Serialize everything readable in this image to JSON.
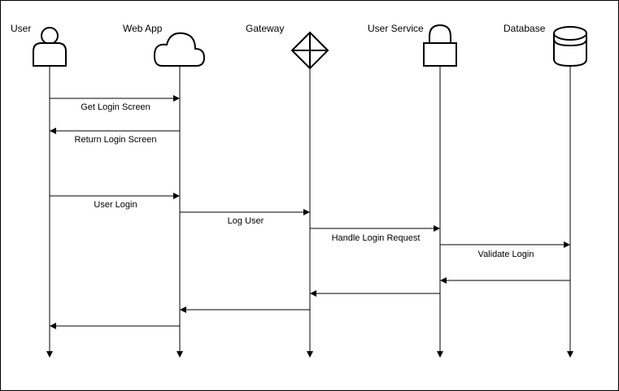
{
  "participants": [
    {
      "id": "user",
      "label": "User",
      "icon": "person-icon"
    },
    {
      "id": "webapp",
      "label": "Web App",
      "icon": "cloud-icon"
    },
    {
      "id": "gateway",
      "label": "Gateway",
      "icon": "gateway-arrows-icon"
    },
    {
      "id": "userservice",
      "label": "User Service",
      "icon": "lock-icon"
    },
    {
      "id": "database",
      "label": "Database",
      "icon": "database-icon"
    }
  ],
  "messages": [
    {
      "from": 0,
      "to": 1,
      "label": "Get Login Screen"
    },
    {
      "from": 1,
      "to": 0,
      "label": "Return Login Screen"
    },
    {
      "from": 0,
      "to": 1,
      "label": "User Login"
    },
    {
      "from": 1,
      "to": 2,
      "label": "Log User"
    },
    {
      "from": 2,
      "to": 3,
      "label": "Handle Login Request"
    },
    {
      "from": 3,
      "to": 4,
      "label": "Validate Login"
    },
    {
      "from": 4,
      "to": 3,
      "label": ""
    },
    {
      "from": 3,
      "to": 2,
      "label": ""
    },
    {
      "from": 2,
      "to": 1,
      "label": ""
    },
    {
      "from": 1,
      "to": 0,
      "label": ""
    }
  ]
}
